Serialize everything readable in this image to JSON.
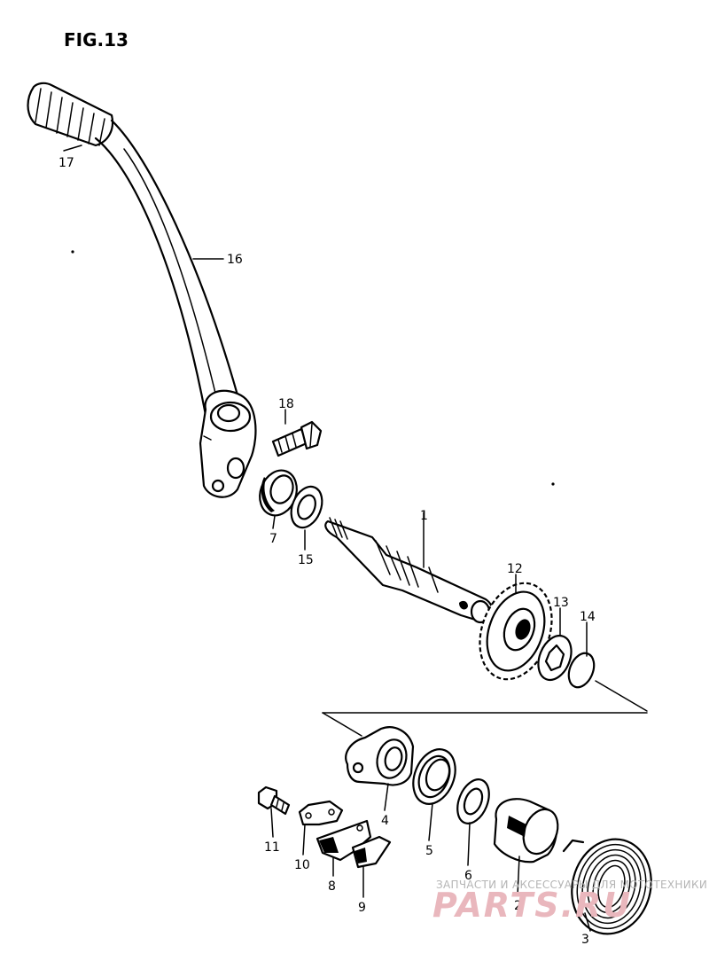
{
  "figure": {
    "title": "FIG.13",
    "labels": {
      "p1": "1",
      "p2": "2",
      "p3": "3",
      "p4": "4",
      "p5": "5",
      "p6": "6",
      "p7": "7",
      "p8": "8",
      "p9": "9",
      "p10": "10",
      "p11": "11",
      "p12": "12",
      "p13": "13",
      "p14": "14",
      "p15": "15",
      "p16": "16",
      "p17": "17",
      "p18": "18"
    }
  },
  "watermark": {
    "line1": "ЗАПЧАСТИ И АКСЕССУАРЫ ДЛЯ МОТОТЕХНИКИ",
    "line2": "PARTS.RU"
  }
}
